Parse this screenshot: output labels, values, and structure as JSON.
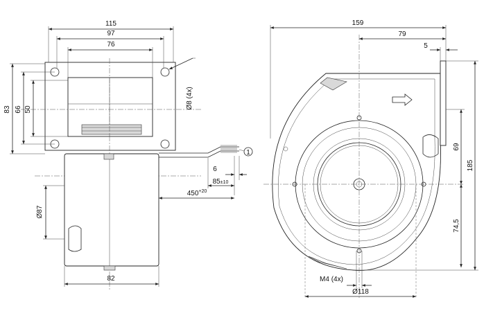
{
  "side_view": {
    "width_115": "115",
    "width_97": "97",
    "width_76": "76",
    "height_83": "83",
    "height_66": "66",
    "height_50": "50",
    "holes": "Ø8 (4x)",
    "cable_6": "6",
    "cable_85": "85",
    "cable_85_tol": "±10",
    "cable_450": "450",
    "cable_450_tol": "+20",
    "callout_1": "1",
    "motor_dia": "Ø87",
    "motor_width": "82"
  },
  "front_view": {
    "width_159": "159",
    "width_79": "79",
    "width_5": "5",
    "height_185": "185",
    "height_69": "69",
    "height_74_5": "74,5",
    "threads": "M4 (4x)",
    "bolt_circle": "Ø118"
  }
}
